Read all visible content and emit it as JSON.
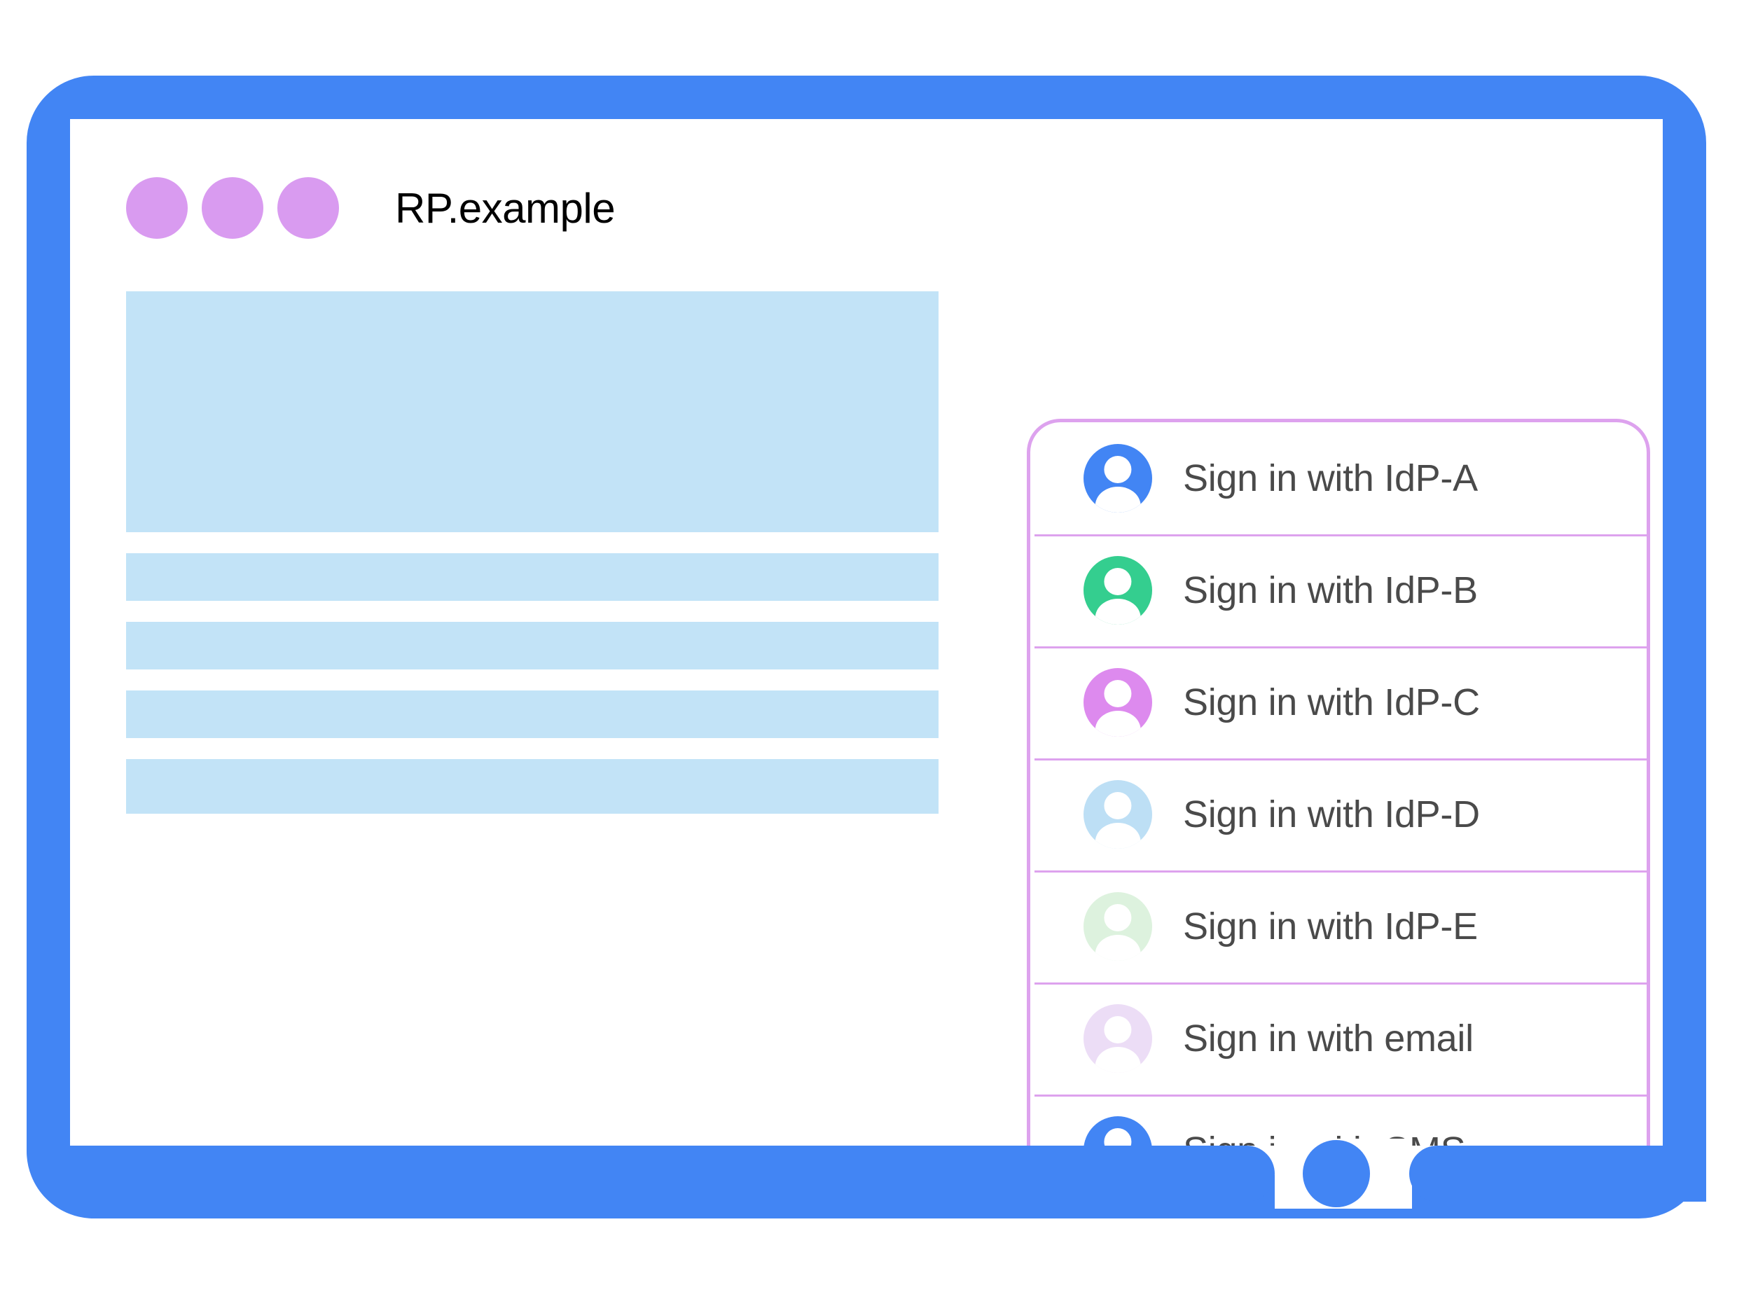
{
  "colors": {
    "frame_blue": "#4285f4",
    "header_dot_purple": "#d99bf0",
    "placeholder_blue": "#c2e3f7",
    "card_border_purple": "#dda2ee",
    "label_text_gray": "#4a4a4a",
    "title_text": "#000000"
  },
  "header": {
    "title": "RP.example",
    "dots": [
      "window-dot-1",
      "window-dot-2",
      "window-dot-3"
    ]
  },
  "content_placeholder": {
    "blocks": [
      {
        "name": "placeholder-hero"
      },
      {
        "name": "placeholder-line-1"
      },
      {
        "name": "placeholder-line-2"
      },
      {
        "name": "placeholder-line-3"
      },
      {
        "name": "placeholder-line-4"
      }
    ]
  },
  "account_chooser": {
    "items": [
      {
        "label": "Sign in with IdP-A",
        "avatar_color": "#4285f4",
        "icon": "avatar-icon"
      },
      {
        "label": "Sign in with IdP-B",
        "avatar_color": "#34ce8f",
        "icon": "avatar-icon"
      },
      {
        "label": "Sign in with IdP-C",
        "avatar_color": "#dd8aee",
        "icon": "avatar-icon"
      },
      {
        "label": "Sign in with IdP-D",
        "avatar_color": "#bddff5",
        "icon": "avatar-icon"
      },
      {
        "label": "Sign in with IdP-E",
        "avatar_color": "#ddf2de",
        "icon": "avatar-icon"
      },
      {
        "label": "Sign in with email",
        "avatar_color": "#ecddf6",
        "icon": "avatar-icon"
      },
      {
        "label": "Sign in with SMS",
        "avatar_color": "#4285f4",
        "icon": "avatar-icon"
      }
    ]
  },
  "device": {
    "home_button": "home-button"
  }
}
